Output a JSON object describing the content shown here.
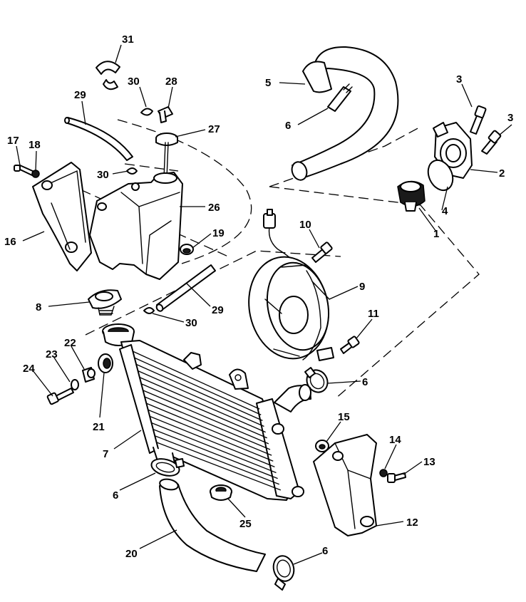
{
  "figure": {
    "type": "exploded parts diagram",
    "callouts": [
      {
        "id": "c1",
        "label": "1"
      },
      {
        "id": "c2",
        "label": "2"
      },
      {
        "id": "c3a",
        "label": "3"
      },
      {
        "id": "c3b",
        "label": "3"
      },
      {
        "id": "c4",
        "label": "4"
      },
      {
        "id": "c5",
        "label": "5"
      },
      {
        "id": "c6a",
        "label": "6"
      },
      {
        "id": "c6b",
        "label": "6"
      },
      {
        "id": "c6c",
        "label": "6"
      },
      {
        "id": "c6d",
        "label": "6"
      },
      {
        "id": "c7",
        "label": "7"
      },
      {
        "id": "c8",
        "label": "8"
      },
      {
        "id": "c9",
        "label": "9"
      },
      {
        "id": "c10",
        "label": "10"
      },
      {
        "id": "c11",
        "label": "11"
      },
      {
        "id": "c12",
        "label": "12"
      },
      {
        "id": "c13",
        "label": "13"
      },
      {
        "id": "c14",
        "label": "14"
      },
      {
        "id": "c15",
        "label": "15"
      },
      {
        "id": "c16",
        "label": "16"
      },
      {
        "id": "c17",
        "label": "17"
      },
      {
        "id": "c18",
        "label": "18"
      },
      {
        "id": "c19",
        "label": "19"
      },
      {
        "id": "c20",
        "label": "20"
      },
      {
        "id": "c21",
        "label": "21"
      },
      {
        "id": "c22",
        "label": "22"
      },
      {
        "id": "c23",
        "label": "23"
      },
      {
        "id": "c24",
        "label": "24"
      },
      {
        "id": "c25",
        "label": "25"
      },
      {
        "id": "c26",
        "label": "26"
      },
      {
        "id": "c27",
        "label": "27"
      },
      {
        "id": "c28",
        "label": "28"
      },
      {
        "id": "c29a",
        "label": "29"
      },
      {
        "id": "c29b",
        "label": "29"
      },
      {
        "id": "c30a",
        "label": "30"
      },
      {
        "id": "c30b",
        "label": "30"
      },
      {
        "id": "c30c",
        "label": "30"
      },
      {
        "id": "c31",
        "label": "31"
      }
    ]
  }
}
